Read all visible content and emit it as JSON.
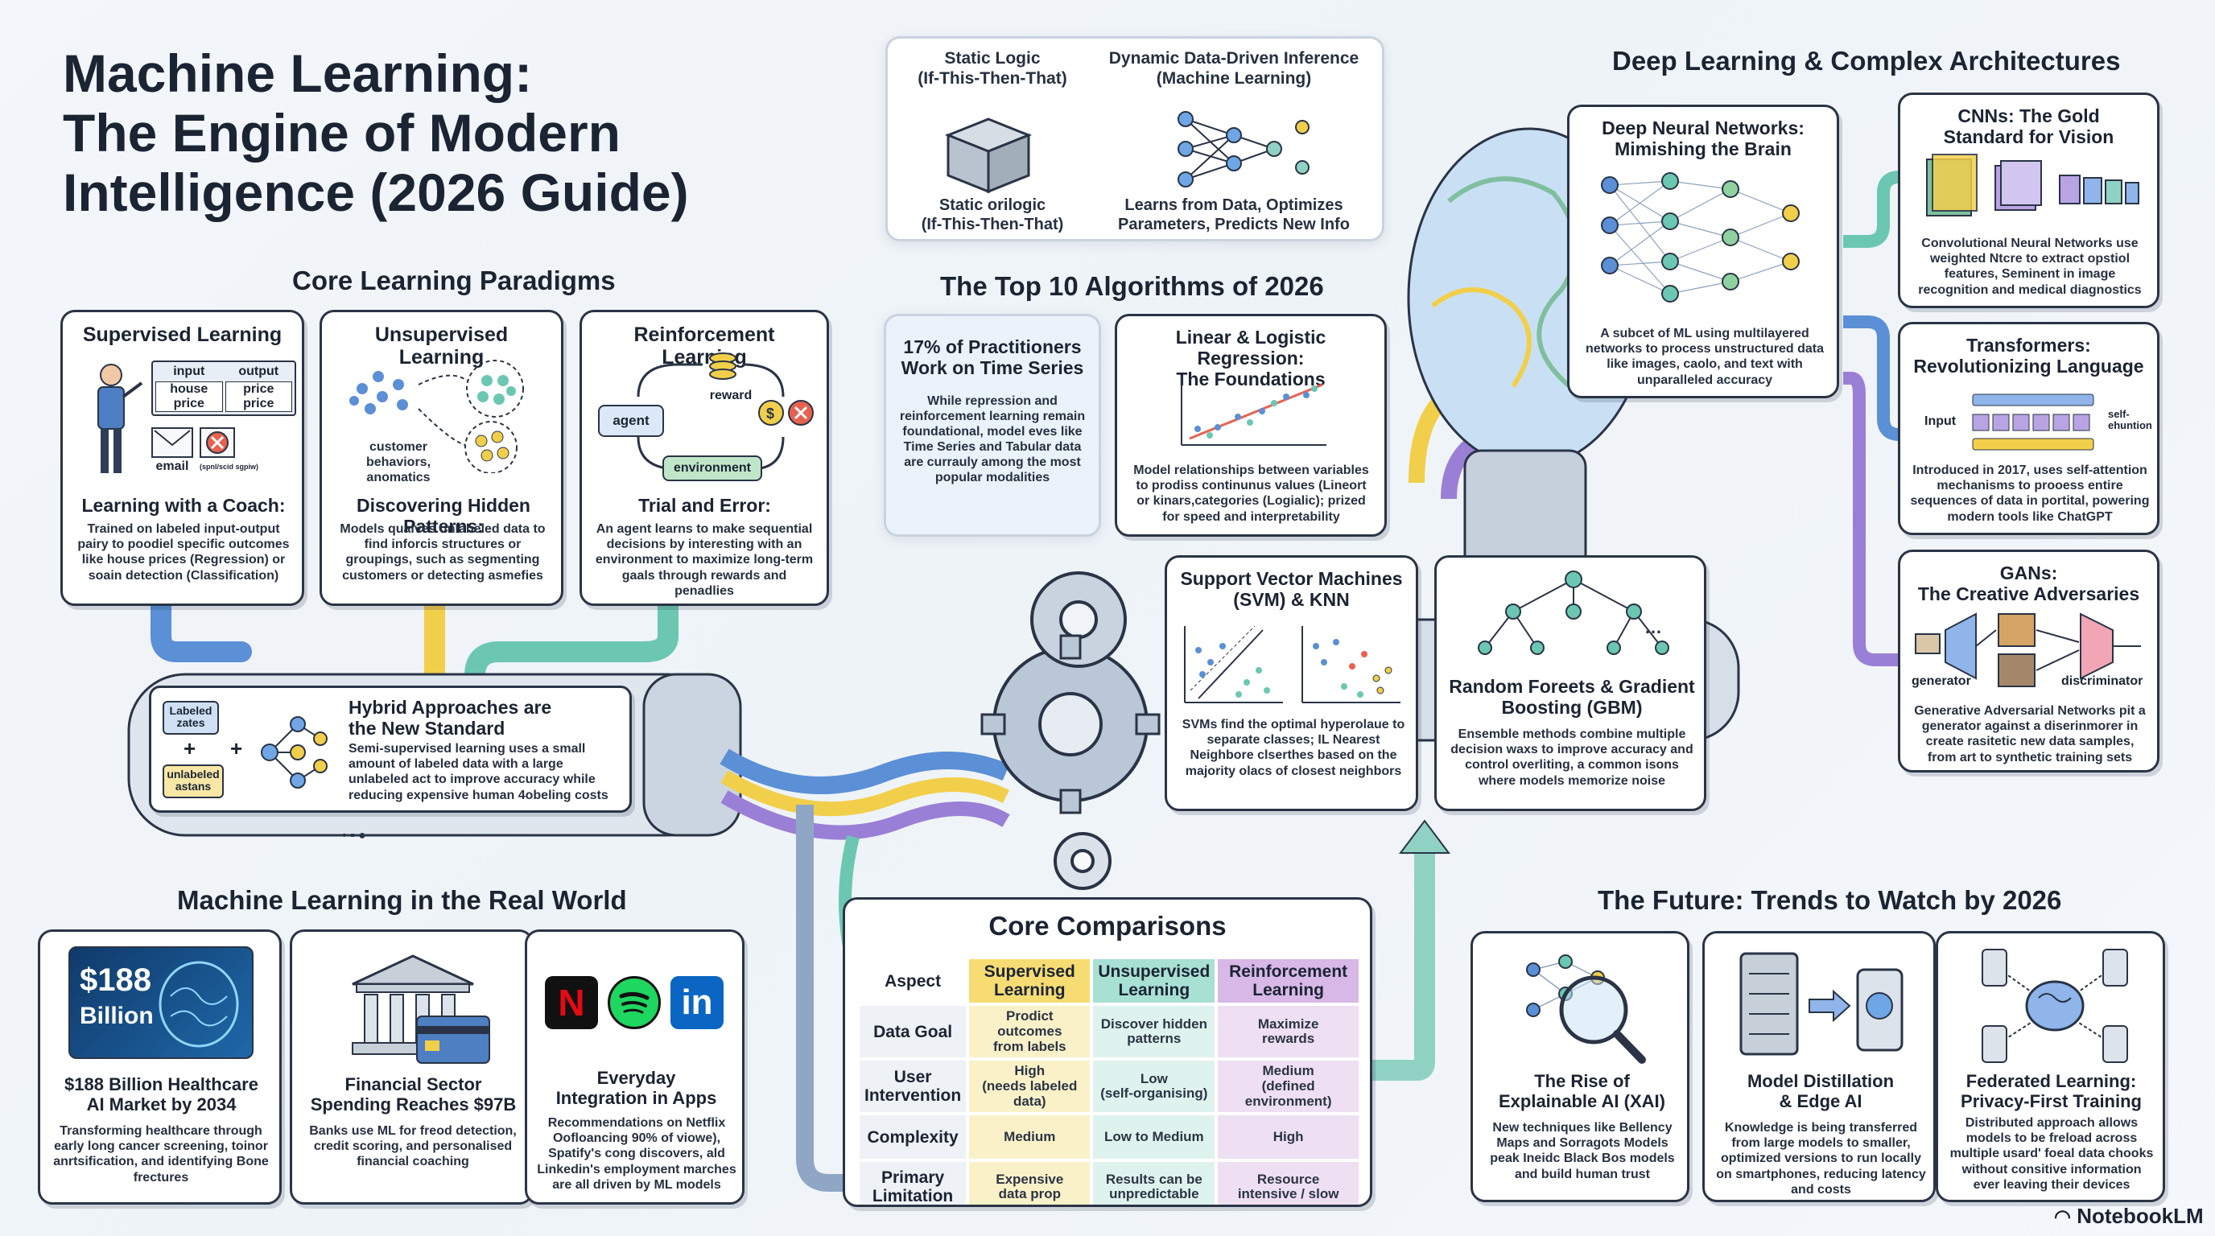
{
  "main_title": {
    "line1": "Machine Learning:",
    "line2": "The Engine of Modern",
    "line3": "Intelligence (2026 Guide)"
  },
  "logic_box": {
    "left_head": "Static Logic\n(If-This-Then-That)",
    "left_caption": "Static orilogic\n(If-This-Then-That)",
    "right_head": "Dynamic Data-Driven Inference\n(Machine Learning)",
    "right_caption": "Learns from Data, Optimizes\nParameters, Predicts New Info"
  },
  "paradigms": {
    "section": "Core Learning Paradigms",
    "supervised": {
      "title": "Supervised Learning",
      "diagram": [
        "input",
        "output",
        "house\nprice",
        "price\nprice",
        "email",
        "(spnl/scid sgpiw)"
      ],
      "subtitle": "Learning with a Coach:",
      "body": "Trained on labeled input-output pairy to poodiel specific outcomes like house prices (Regression) or soain detection (Classification)"
    },
    "unsupervised": {
      "title": "Unsupervised Learning",
      "diagram_label": "customer\nbehaviors,\nanomatics",
      "subtitle": "Discovering Hidden Patterns:",
      "body": "Models qualves unlabeled data to find inforcis structures or groupings, such as segmenting customers or detecting asmefies"
    },
    "reinforcement": {
      "title": "Reinforcement Learning",
      "agent": "agent",
      "reward": "reward",
      "environment": "environment",
      "subtitle": "Trial and Error:",
      "body": "An agent learns to make sequential decisions by interesting with an environment to maximize long-term gaals through rewards and penadlies"
    }
  },
  "hybrid": {
    "labeled": "Labeled\nzates",
    "unlabeled": "unlabeled\nastans",
    "title": "Hybrid Approaches are\nthe New Standard",
    "body": "Semi-supervised learning uses a small amount of labeled data with a large unlabeled act to improve accuracy while reducing expensive human 4obeling costs"
  },
  "algorithms": {
    "section": "The Top 10 Algorithms of 2026",
    "practitioners": {
      "title": "17% of Practitioners\nWork on Time Series",
      "body": "While repression and reinforcement learning remain foundational, model eves like Time Series and Tabular data are currauly among the most popular modalities"
    },
    "regression": {
      "title": "Linear & Logistic Regression:\nThe Foundations",
      "body": "Model relationships between variables to prodiss continunus values (Lineort or kinars,categories (Logialic); prized for speed and interpretability"
    },
    "svm": {
      "title": "Support Vector Machines\n(SVM) & KNN",
      "body": "SVMs find the optimal hyperolaue to separate classes; IL Nearest Neighbore clserthes based on the majority olacs of closest neighbors"
    },
    "forests": {
      "title": "Random Foreets & Gradient\nBoosting (GBM)",
      "body": "Ensemble methods combine multiple decision waxs to improve accuracy and control overliting, a common isons where models memorize noise"
    }
  },
  "deep": {
    "section": "Deep Learning & Complex Architectures",
    "dnn": {
      "title": "Deep Neural Networks:\nMimishing the Brain",
      "body": "A subcet of ML using multilayered networks to process unstructured data like images, caolo, and text with unparalleled accuracy"
    },
    "cnn": {
      "title": "CNNs: The Gold\nStandard for Vision",
      "body": "Convolutional Neural Networks use weighted Ntcre to extract opstiol features, Seminent in image recognition and medical diagnostics"
    },
    "transformers": {
      "title": "Transformers:\nRevolutionizing Language",
      "input": "Input",
      "attention": "self-\nehuntion",
      "body": "Introduced in 2017, uses self-attention mechanisms to prooess entire sequences of data in portital, powering modern tools like ChatGPT"
    },
    "gans": {
      "title": "GANs:\nThe Creative Adversaries",
      "generator": "generator",
      "discriminator": "discriminator",
      "body": "Generative Adversarial Networks pit a generator against a diserinmorer in create rasitetic new data samples, from art to synthetic training sets"
    }
  },
  "real_world": {
    "section": "Machine Learning in the Real World",
    "healthcare": {
      "badge_line1": "$188",
      "badge_line2": "Billion",
      "title": "$188 Billion Healthcare\nAI Market by 2034",
      "body": "Transforming healthcare through early long cancer screening, toinor anrtsification, and identifying Bone frectures"
    },
    "finance": {
      "title": "Financial Sector\nSpending Reaches $97B",
      "body": "Banks use ML for freod detection, credit scoring, and personalised financial coaching"
    },
    "apps": {
      "logo_n": "N",
      "logo_in": "in",
      "title": "Everyday\nIntegration in Apps",
      "body": "Recommendations on Netflix Oofloancing 90% of viowe), Spatify's cong discovers, ald Linkedin's employment marches are all driven by ML models"
    }
  },
  "comparisons": {
    "title": "Core Comparisons",
    "headers": [
      "Aspect",
      "Supervised\nLearning",
      "Unsupervised\nLearning",
      "Reinforcement\nLearning"
    ],
    "rows": [
      [
        "Data Goal",
        "Prodict outcomes\nfrom labels",
        "Discover hidden\npatterns",
        "Maximize\nrewards"
      ],
      [
        "User\nIntervention",
        "High\n(needs labeled data)",
        "Low\n(self-organising)",
        "Medium\n(defined environment)"
      ],
      [
        "Complexity",
        "Medium",
        "Low to Medium",
        "High"
      ],
      [
        "Primary\nLimitation",
        "Expensive\ndata prop",
        "Results can be\nunpredictable",
        "Resource\nintensive / slow"
      ]
    ]
  },
  "future": {
    "section": "The Future: Trends to Watch by 2026",
    "xai": {
      "title": "The Rise of\nExplainable AI (XAI)",
      "body": "New techniques like Bellency Maps and Sorragots Models peak Ineidc Black Bos models and build human trust"
    },
    "distill": {
      "title": "Model Distillation\n& Edge AI",
      "body": "Knowledge is being transferred from large models to smaller, optimized versions to run locally on smartphones, reducing latency and costs"
    },
    "federated": {
      "title": "Federated Learning:\nPrivacy-First Training",
      "body": "Distributed approach allows models to be freload across multiple usard' foeal data chooks without consitive information ever leaving their devices"
    }
  },
  "brand": {
    "name": "NotebookLM"
  },
  "colors": {
    "pipe_blue": "#5b8fd6",
    "pipe_yellow": "#f2cf4a",
    "pipe_teal": "#6cc7b2",
    "pipe_purple": "#9a7fd6",
    "ink": "#1b2433"
  }
}
